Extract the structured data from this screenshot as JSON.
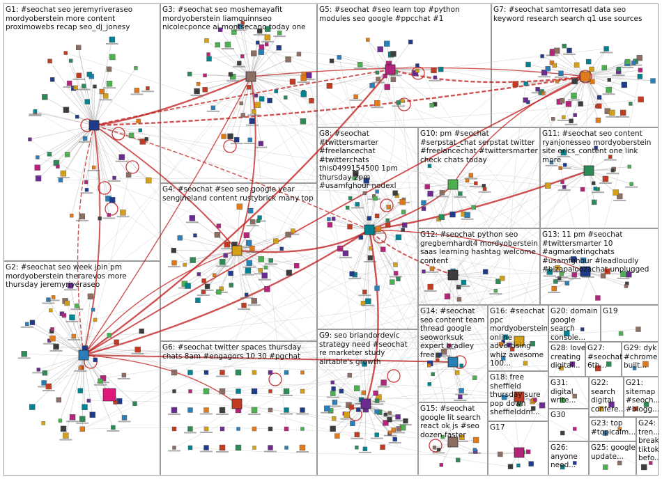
{
  "colors": {
    "background": "#ffffff",
    "box_border": "#9a9a9a",
    "edge_gray": "#b8b8b8",
    "edge_red": "#c01818",
    "node_palette": [
      "#1f3b8a",
      "#c23b22",
      "#2e8b57",
      "#d4a017",
      "#6a2c91",
      "#2a7fb8",
      "#e07b1c",
      "#3d3d3d",
      "#b4247a",
      "#4caf50",
      "#8d6e63",
      "#00838f"
    ]
  },
  "groups": [
    {
      "id": "G1",
      "label": "G1: #seochat seo jeremyriveraseo mordyoberstein more content proximowebs recap seo_dj_jonesy"
    },
    {
      "id": "G2",
      "label": "G2: #seochat seo week join pm mordyoberstein therarevos more thursday jeremyriveraseo"
    },
    {
      "id": "G3",
      "label": "G3: #seochat seo moshemayafit mordyoberstein liamquinnseo nicolecponce ai montsecano today one"
    },
    {
      "id": "G4",
      "label": "G4: #seochat #seo seo google year sengineland content rustybrick many top"
    },
    {
      "id": "G5",
      "label": "G5: #seochat #seo learn top #python modules seo google #ppcchat #1"
    },
    {
      "id": "G6",
      "label": "G6: #seochat twitter spaces thursday chats 8am #engagors 10 30 #pgchat"
    },
    {
      "id": "G7",
      "label": "G7: #seochat samtorresatl data seo keyword research search q1 use sources"
    },
    {
      "id": "G8",
      "label": "G8: #seochat #twittersmarter #freelancechat #twitterchats this0499154500 1pm thursday 2pm #usamfghour nodexl"
    },
    {
      "id": "G9",
      "label": "G9: seo briandordevic strategy need #seochat re marketer study airtable's growth"
    },
    {
      "id": "G10",
      "label": "G10: pm #seochat #serpstat_chat serpstat twitter #freelancechat #twittersmarter check chats today"
    },
    {
      "id": "G11",
      "label": "G11: #seochat seo content ryanjonesseo mordyoberstein site erics_content one link more"
    },
    {
      "id": "G12",
      "label": "G12: #seochat python seo gregbernhardt4 mordyoberstein saas learning hashtag welcome content"
    },
    {
      "id": "G13",
      "label": "G13: 11 pm #seochat #twittersmarter 10 #agmarketingchats #usamfghour #leadloudly #bizapaloozachat unplugged"
    },
    {
      "id": "G14",
      "label": "G14: #seochat seo content team thread google seoworksuk expert bradley free"
    },
    {
      "id": "G15",
      "label": "G15: #seochat google lit search react ok js #seo dozen faster"
    },
    {
      "id": "G16",
      "label": "G16: #seochat ppc mordyoberstein online advertising whiz awesome 100..."
    },
    {
      "id": "G17",
      "label": "G17"
    },
    {
      "id": "G18",
      "label": "G18: free sheffield thursday sure pop down sheffielddm..."
    },
    {
      "id": "G19",
      "label": "G19"
    },
    {
      "id": "G20",
      "label": "G20: domain google search console..."
    },
    {
      "id": "G21",
      "label": "G21: sitemap #seoch... #blogg..."
    },
    {
      "id": "G22",
      "label": "G22: search digital confere..."
    },
    {
      "id": "G23",
      "label": "G23: top #topicalm..."
    },
    {
      "id": "G24",
      "label": "G24: tren... break tiktok befo..."
    },
    {
      "id": "G25",
      "label": "G25: google update..."
    },
    {
      "id": "G26",
      "label": "G26: anyone need..."
    },
    {
      "id": "G27",
      "label": "G27: #seochat 6th..."
    },
    {
      "id": "G28",
      "label": "G28: love creating digital..."
    },
    {
      "id": "G29",
      "label": "G29: dyk #chrome built..."
    },
    {
      "id": "G30",
      "label": "G30"
    },
    {
      "id": "G31",
      "label": "G31: digital write..."
    }
  ]
}
